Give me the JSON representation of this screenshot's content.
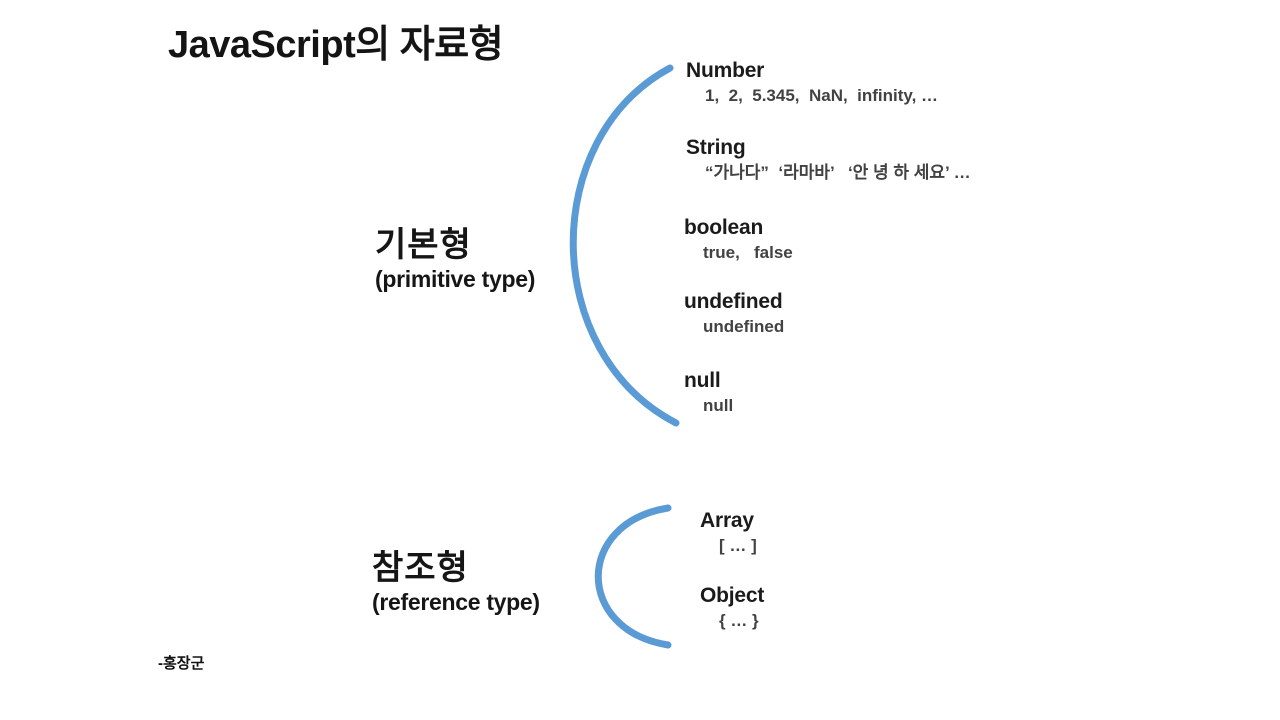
{
  "slide": {
    "title": "JavaScript의 자료형",
    "signature": "-홍장군",
    "accent_color": "#5B9BD5",
    "groups": [
      {
        "name_ko": "기본형",
        "name_en": "(primitive type)",
        "types": [
          {
            "name": "Number",
            "example": "1,  2,  5.345,  NaN,  infinity, …"
          },
          {
            "name": "String",
            "example": "“가나다”  ‘라마바’   ‘안 녕 하 세요’ …"
          },
          {
            "name": "boolean",
            "example": "true,   false"
          },
          {
            "name": "undefined",
            "example": "undefined"
          },
          {
            "name": "null",
            "example": "null"
          }
        ]
      },
      {
        "name_ko": "참조형",
        "name_en": "(reference type)",
        "types": [
          {
            "name": "Array",
            "example": "[ … ]"
          },
          {
            "name": "Object",
            "example": "{ … }"
          }
        ]
      }
    ]
  }
}
